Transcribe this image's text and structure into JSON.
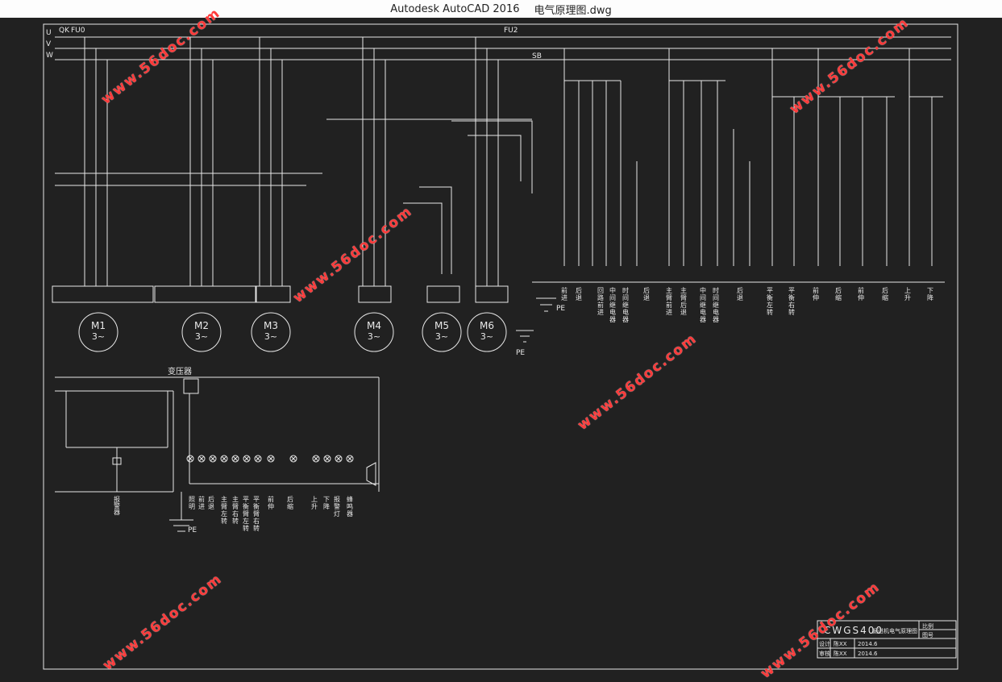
{
  "window": {
    "app_name": "Autodesk AutoCAD 2016",
    "file_name": "电气原理图.dwg"
  },
  "drawing": {
    "supply": {
      "phases": [
        "U",
        "V",
        "W"
      ],
      "qk": "QK",
      "fu": "FU0",
      "fu2": "FU2",
      "sb": "SB"
    },
    "motors": [
      {
        "label": "M1",
        "spec": "3~"
      },
      {
        "label": "M2",
        "spec": "3~"
      },
      {
        "label": "M3",
        "spec": "3~"
      },
      {
        "label": "M4",
        "spec": "3~"
      },
      {
        "label": "M5",
        "spec": "3~"
      },
      {
        "label": "M6",
        "spec": "3~"
      }
    ],
    "pe_label": "PE",
    "transformer_label": "变压器",
    "circuit_labels_top": [
      "前进",
      "后退",
      "回路前进",
      "中间继电器",
      "时间继电器",
      "后退",
      "主臂前进",
      "主臂后退",
      "中间继电器",
      "时间继电器",
      "后退",
      "平衡左转",
      "平衡右转",
      "前伸",
      "后缩",
      "前伸",
      "后缩",
      "上升",
      "下降"
    ],
    "circuit_labels_bottom": [
      "照明",
      "前进",
      "后退",
      "主臂左转",
      "主臂右转",
      "平衡臂左转",
      "平衡臂右转",
      "前伸",
      "后缩",
      "上升",
      "下降",
      "报警灯",
      "蜂鸣器"
    ],
    "alarm_label": "报警器",
    "title_block": {
      "title": "CWGS400",
      "subtitle": "掘进机电气原理图",
      "scale_label": "比例",
      "sheet_label": "图号",
      "design_label": "设计",
      "check_label": "审核",
      "designer": "陈XX",
      "checker": "陈XX",
      "date1": "2014.6",
      "date2": "2014.6"
    }
  },
  "watermark": {
    "text": "www.56doc.com",
    "color": "#ff3a3a"
  }
}
